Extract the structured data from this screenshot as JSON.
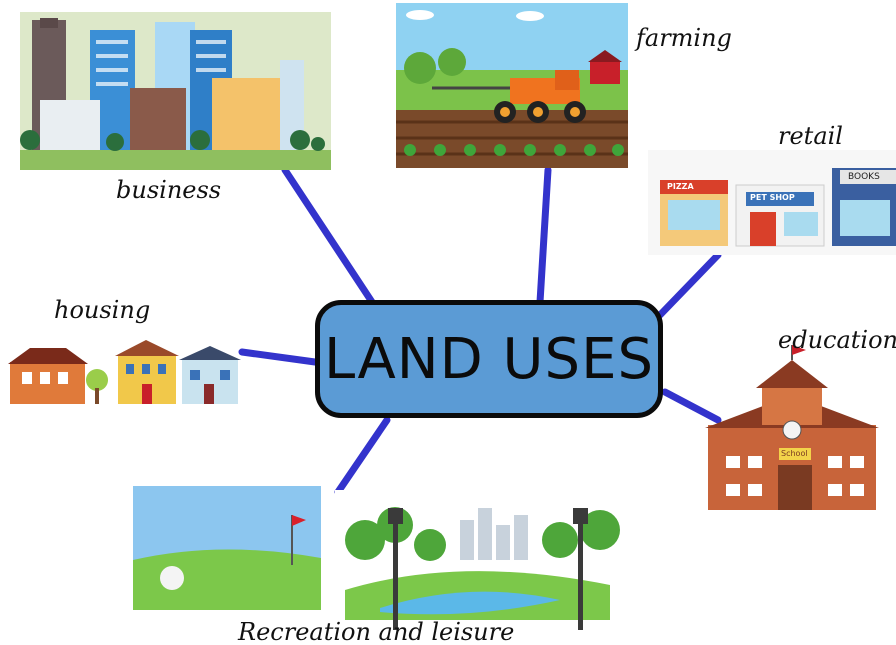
{
  "center": {
    "title": "LAND USES"
  },
  "branches": [
    {
      "key": "business",
      "label": "business"
    },
    {
      "key": "farming",
      "label": "farming"
    },
    {
      "key": "retail",
      "label": "retail"
    },
    {
      "key": "housing",
      "label": "housing"
    },
    {
      "key": "education",
      "label": "education"
    },
    {
      "key": "recreation",
      "label": "Recreation and leisure"
    }
  ],
  "signs": {
    "pizza": "PIZZA",
    "pet_shop": "PET SHOP",
    "books": "BOOKS",
    "school": "School"
  },
  "colors": {
    "connector": "#3333cc",
    "center_fill": "#5b9bd5",
    "center_border": "#0b0b0b"
  }
}
